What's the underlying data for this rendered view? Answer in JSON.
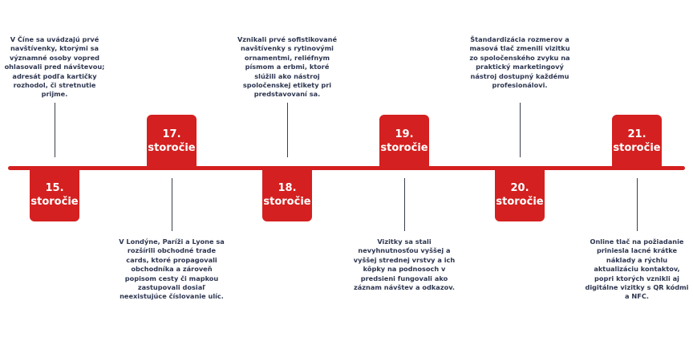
{
  "events": [
    {
      "century": "15.",
      "suffix": "storočie",
      "text": "V Číne sa uvádzajú prvé navštívenky, ktorými sa významné osoby vopred ohlasovali pred návštevou; adresát podľa kartičky rozhodol, či stretnutie prijme."
    },
    {
      "century": "17.",
      "suffix": "storočie",
      "text": "V Londýne, Paríži a Lyone sa rozšírili obchodné trade cards, ktoré propagovali obchodníka a zároveň popisom cesty či mapkou zastupovali dosiaľ neexistujúce číslovanie ulíc."
    },
    {
      "century": "18.",
      "suffix": "storočie",
      "text": "Vznikali prvé sofistikované navštívenky s rytinovými ornamentmi, reliéfnym písmom a erbmi, ktoré slúžili ako nástroj spoločenskej etikety pri predstavovaní sa."
    },
    {
      "century": "19.",
      "suffix": "storočie",
      "text": "Vizitky sa stali nevyhnutnosťou vyššej a vyššej strednej vrstvy a ich kôpky na podnosoch v predsieni fungovali ako záznam návštev a odkazov."
    },
    {
      "century": "20.",
      "suffix": "storočie",
      "text": "Štandardizácia rozmerov a masová tlač zmenili vizitku zo spoločenského zvyku na praktický marketingový nástroj dostupný každému profesionálovi."
    },
    {
      "century": "21.",
      "suffix": "storočie",
      "text": "Online tlač na požiadanie priniesla lacné krátke náklady a rýchlu aktualizáciu kontaktov, popri ktorých vznikli aj digitálne vizitky s QR kódmi a NFC."
    }
  ]
}
